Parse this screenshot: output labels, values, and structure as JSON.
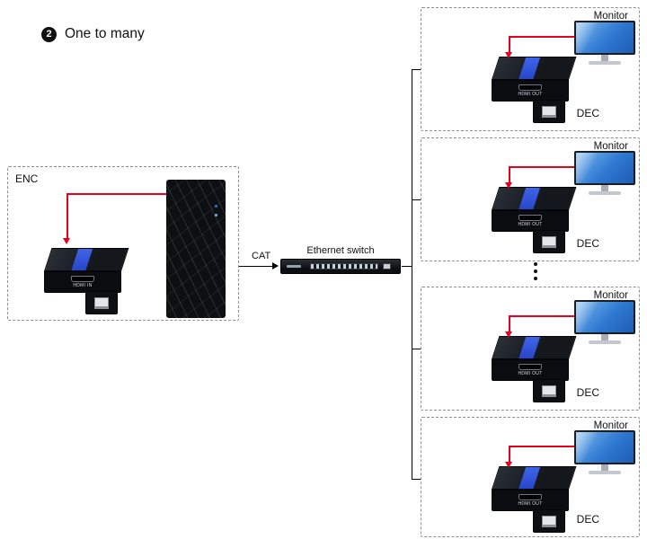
{
  "title": {
    "badge": "2",
    "text": "One to many"
  },
  "enc_group": {
    "label": "ENC",
    "encoder": {
      "port_label": "HDMI IN"
    }
  },
  "network": {
    "cat_label": "CAT",
    "switch_label": "Ethernet switch"
  },
  "dec_units": [
    {
      "monitor_label": "Monitor",
      "label": "DEC",
      "decoder": {
        "port_label": "HDMI OUT"
      }
    },
    {
      "monitor_label": "Monitor",
      "label": "DEC",
      "decoder": {
        "port_label": "HDMI OUT"
      }
    },
    {
      "monitor_label": "Monitor",
      "label": "DEC",
      "decoder": {
        "port_label": "HDMI OUT"
      }
    },
    {
      "monitor_label": "Monitor",
      "label": "DEC",
      "decoder": {
        "port_label": "HDMI OUT"
      }
    }
  ],
  "colors": {
    "cable_red": "#e8001c",
    "connector_black": "#000000",
    "group_border_gray": "#8f8f8f",
    "monitor_screen_blue": "#2e79d2",
    "device_stripe_blue": "#2f52d9"
  }
}
